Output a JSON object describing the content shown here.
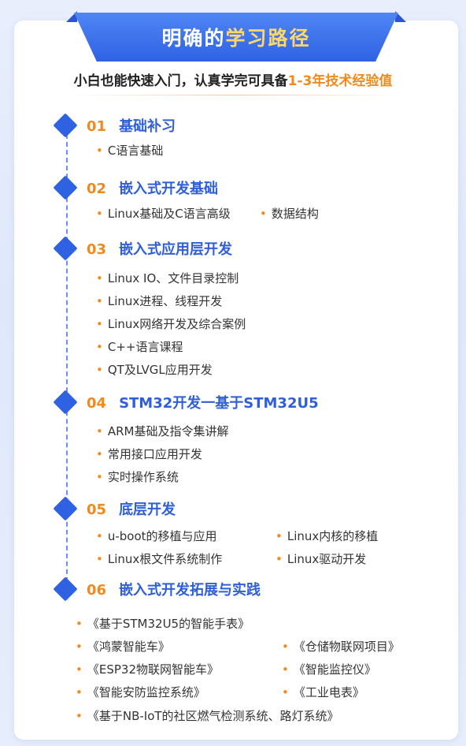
{
  "header": {
    "title_plain": "明确的",
    "title_highlight": "学习路径",
    "subtitle_plain": "小白也能快速入门，认真学完可具备",
    "subtitle_highlight": "1-3年技术经验值"
  },
  "sections": [
    {
      "num": "01",
      "title": "基础补习",
      "items": [
        "C语言基础"
      ]
    },
    {
      "num": "02",
      "title": "嵌入式开发基础",
      "items": [
        "Linux基础及C语言高级",
        "数据结构"
      ]
    },
    {
      "num": "03",
      "title": "嵌入式应用层开发",
      "items": [
        "Linux IO、文件目录控制",
        "Linux进程、线程开发",
        "Linux网络开发及综合案例",
        "C++语言课程",
        "QT及LVGL应用开发"
      ]
    },
    {
      "num": "04",
      "title": "STM32开发一基于STM32U5",
      "items": [
        "ARM基础及指令集讲解",
        "常用接口应用开发",
        "实时操作系统"
      ]
    },
    {
      "num": "05",
      "title": "底层开发",
      "items": [
        "u-boot的移植与应用",
        "Linux内核的移植",
        "Linux根文件系统制作",
        "Linux驱动开发"
      ]
    },
    {
      "num": "06",
      "title": "嵌入式开发拓展与实践",
      "items": [
        "《基于STM32U5的智能手表》",
        "《鸿蒙智能车》",
        "《仓储物联网项目》",
        "《ESP32物联网智能车》",
        "《智能监控仪》",
        "《智能安防监控系统》",
        "《工业电表》",
        "《基于NB-IoT的社区燃气检测系统、路灯系统》"
      ]
    }
  ],
  "colors": {
    "accent_blue": "#2f62e3",
    "accent_orange": "#f08a1c",
    "title_yellow": "#ffd867"
  }
}
